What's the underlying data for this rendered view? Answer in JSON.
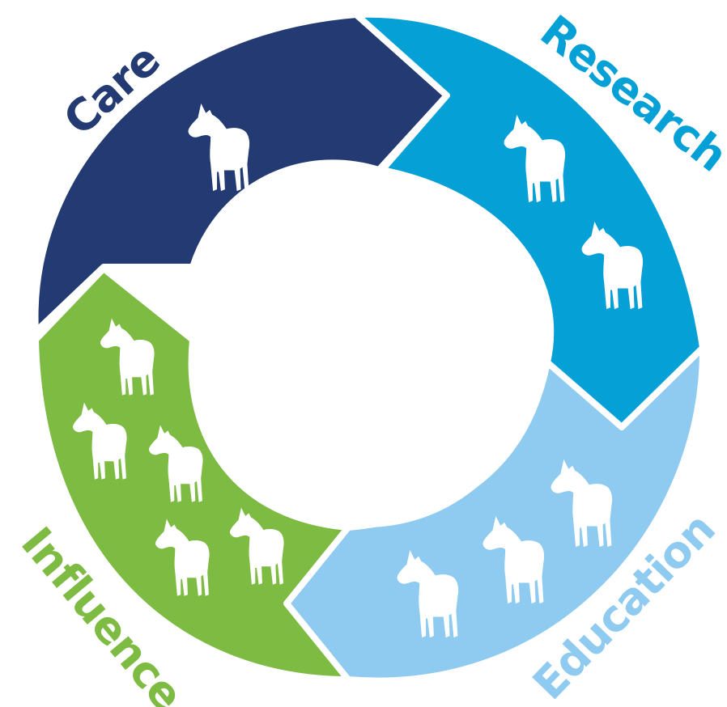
{
  "segments": [
    {
      "id": "care",
      "label": "Care",
      "color": "#233a72",
      "horses": 1
    },
    {
      "id": "research",
      "label": "Research",
      "color": "#05a0d6",
      "horses": 2
    },
    {
      "id": "education",
      "label": "Education",
      "color": "#8fcbf0",
      "horses": 3
    },
    {
      "id": "influence",
      "label": "Influence",
      "color": "#7dbb42",
      "horses": 5
    }
  ],
  "icon": "horse-icon"
}
